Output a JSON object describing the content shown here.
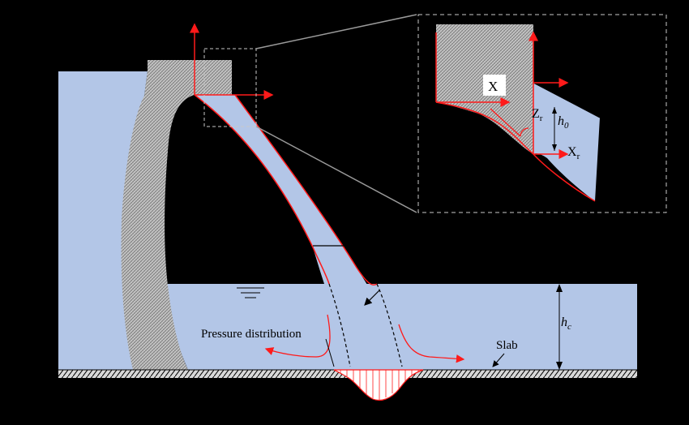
{
  "colors": {
    "background": "#000000",
    "water": "#b3c6e7",
    "concrete": "#bdbdbd",
    "hatch": "#555555",
    "accent_red": "#ff1a1a",
    "dashed_outline": "#c8c8c8"
  },
  "labels": {
    "pressure_distribution": "Pressure distribution",
    "slab": "Slab",
    "hc_main": "h",
    "hc_sub": "c",
    "x_box": "X",
    "zr_main": "Z",
    "zr_sub": "r",
    "h0_main": "h",
    "h0_sub": "0",
    "xr_main": "X",
    "xr_sub": "r"
  },
  "icons": {
    "water_level": "water-surface-symbol",
    "flow_direction": "arrow-icon"
  }
}
